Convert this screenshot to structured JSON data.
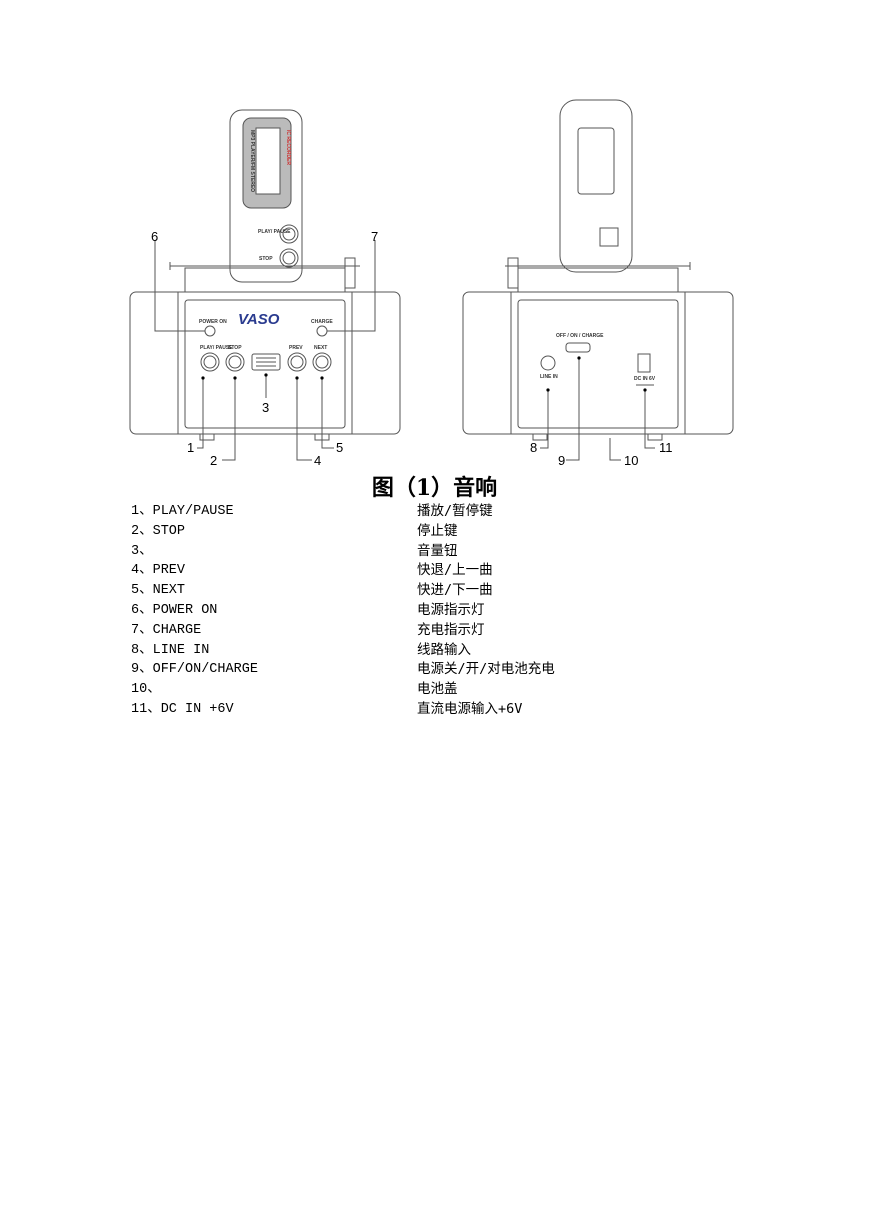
{
  "figure": {
    "brand": "VASO",
    "player_side_labels": [
      "MP3 PLAYER/FM STEREO",
      "IC RECORDER"
    ],
    "front_labels": {
      "power_on": "POWER ON",
      "charge": "CHARGE",
      "play_pause": "PLAY/ PAUSE",
      "stop": "STOP",
      "prev": "PREV",
      "next": "NEXT",
      "player_play_pause": "PLAY/ PAUSE",
      "player_stop": "STOP"
    },
    "back_labels": {
      "switch": "OFF / ON / CHARGE",
      "line_in": "LINE IN",
      "dc_in": "DC IN 6V"
    },
    "callouts": [
      "1",
      "2",
      "3",
      "4",
      "5",
      "6",
      "7",
      "8",
      "9",
      "10",
      "11"
    ]
  },
  "caption": "图（1）音响",
  "legend": [
    {
      "code": "1、PLAY/PAUSE",
      "desc": "播放/暂停键"
    },
    {
      "code": "2、STOP",
      "desc": "停止键"
    },
    {
      "code": "3、",
      "desc": "音量钮"
    },
    {
      "code": "4、PREV",
      "desc": "快退/上一曲"
    },
    {
      "code": "5、NEXT",
      "desc": "快进/下一曲"
    },
    {
      "code": "6、POWER ON",
      "desc": "电源指示灯"
    },
    {
      "code": "7、CHARGE",
      "desc": "充电指示灯"
    },
    {
      "code": "8、LINE IN",
      "desc": "线路输入"
    },
    {
      "code": "9、OFF/ON/CHARGE",
      "desc": "电源关/开/对电池充电"
    },
    {
      "code": "10、",
      "desc": "电池盖"
    },
    {
      "code": "11、DC IN +6V",
      "desc": "直流电源输入+6V"
    }
  ]
}
